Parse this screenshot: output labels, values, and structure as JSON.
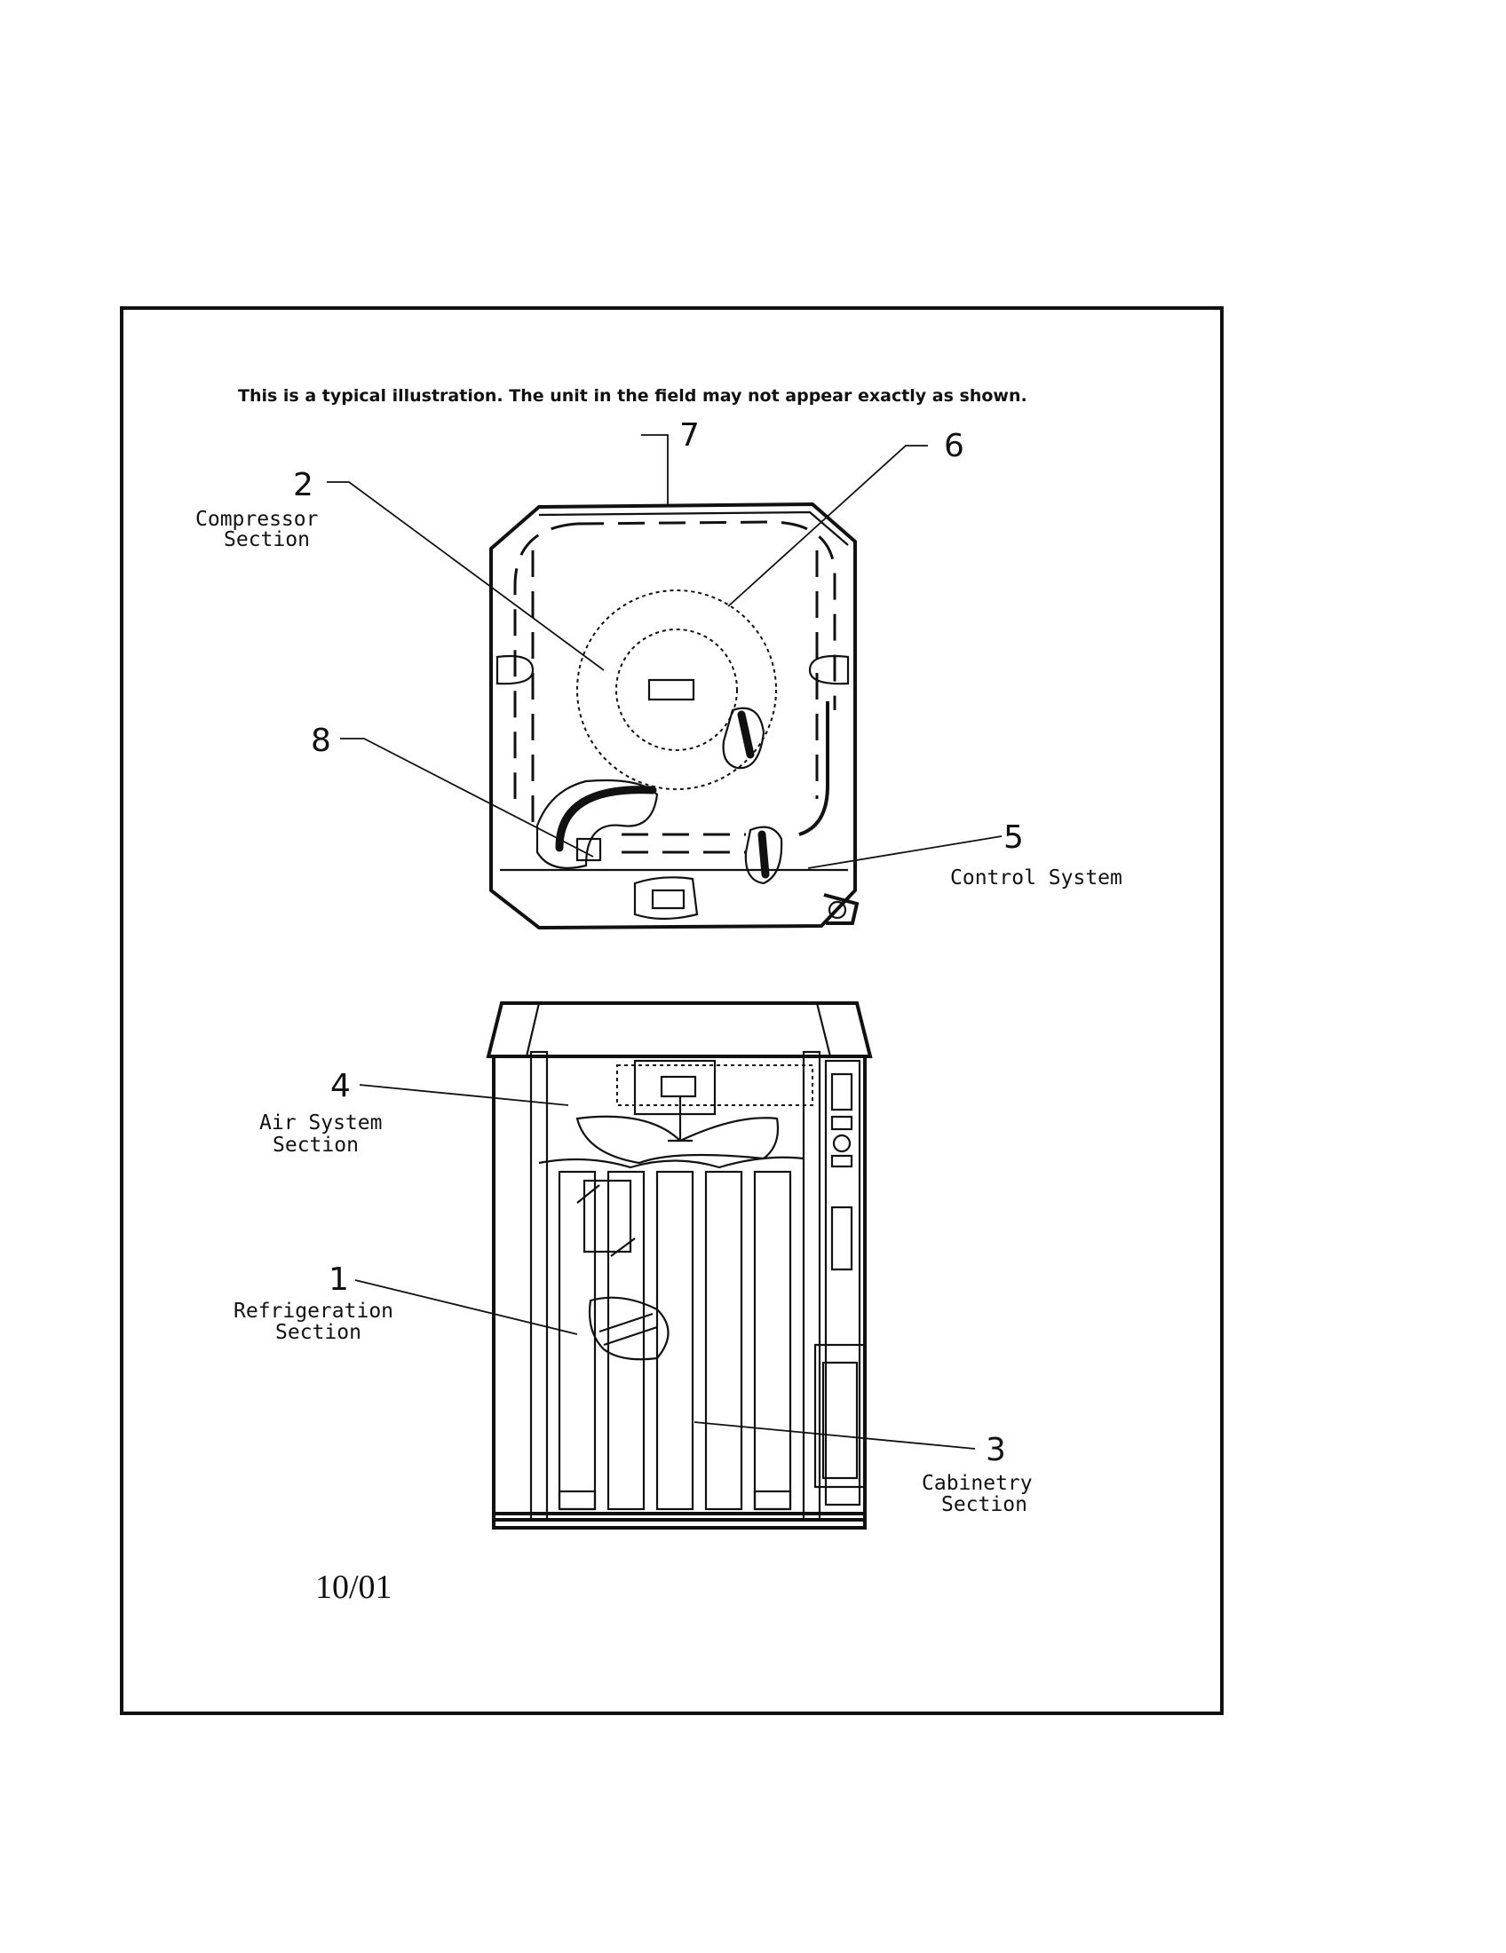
{
  "notice": "This is a typical illustration.  The unit in the field may not appear exactly as shown.",
  "date": "10/01",
  "callouts": [
    {
      "num": "1",
      "label_lines": [
        "Refrigeration",
        "Section"
      ]
    },
    {
      "num": "2",
      "label_lines": [
        "Compressor",
        "Section"
      ]
    },
    {
      "num": "3",
      "label_lines": [
        "Cabinetry",
        "Section"
      ]
    },
    {
      "num": "4",
      "label_lines": [
        "Air System",
        "Section"
      ]
    },
    {
      "num": "5",
      "label_lines": [
        "Control System"
      ]
    },
    {
      "num": "6",
      "label_lines": []
    },
    {
      "num": "7",
      "label_lines": []
    },
    {
      "num": "8",
      "label_lines": []
    }
  ]
}
